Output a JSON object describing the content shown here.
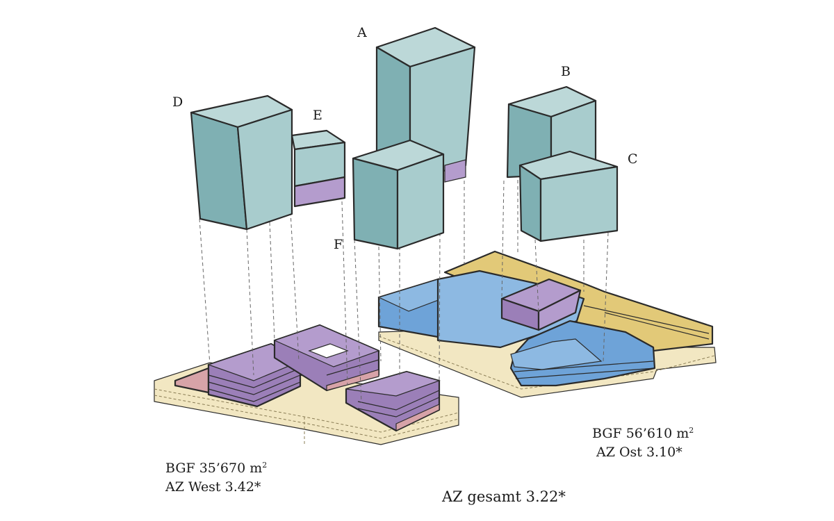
{
  "colors": {
    "teal_front": "#7fb0b3",
    "teal_side": "#a8cccd",
    "teal_top": "#bcd8d8",
    "purple": "#9b7fb8",
    "purple_light": "#b49ccd",
    "pink": "#d7a3a8",
    "beige": "#f2e7c2",
    "blue": "#6ea3d8",
    "blue_light": "#8db9e2",
    "gold": "#e2c978"
  },
  "buildings": {
    "a": {
      "label": "A"
    },
    "b": {
      "label": "B"
    },
    "c": {
      "label": "C"
    },
    "d": {
      "label": "D"
    },
    "e": {
      "label": "E"
    },
    "f": {
      "label": "F"
    }
  },
  "west": {
    "bgf_prefix": "BGF 35’670 m",
    "bgf_exp": "2",
    "az": "AZ West 3.42*"
  },
  "east": {
    "bgf_prefix": "BGF 56’610 m",
    "bgf_exp": "2",
    "az": "AZ Ost 3.10*"
  },
  "total": {
    "az": "AZ gesamt 3.22*"
  }
}
